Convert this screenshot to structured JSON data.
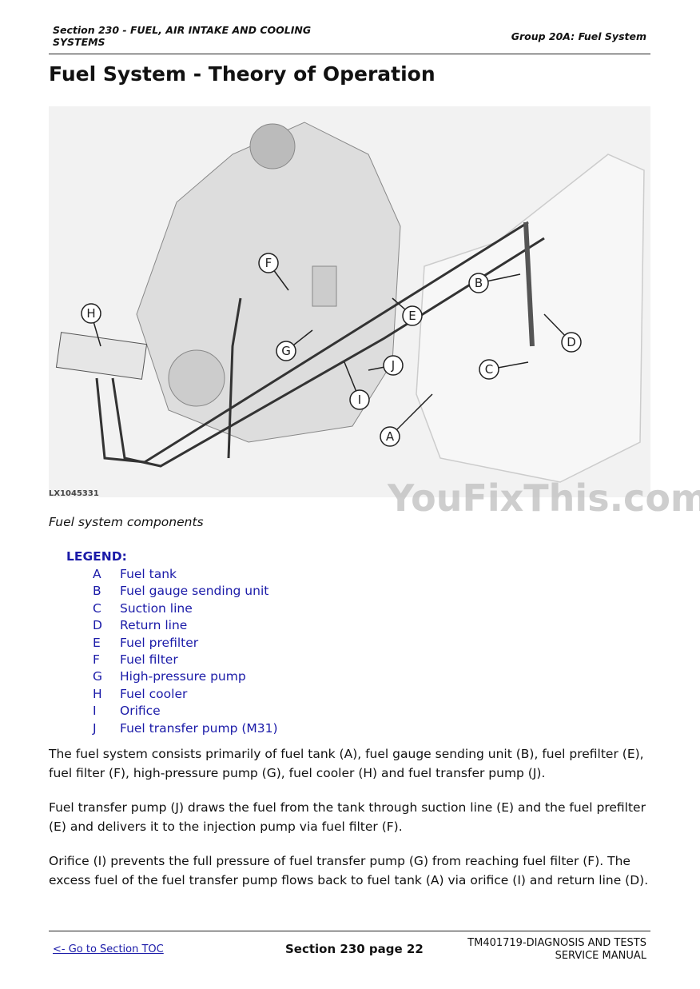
{
  "header": {
    "section": "Section 230 - FUEL, AIR INTAKE AND COOLING SYSTEMS",
    "group": "Group 20A: Fuel System"
  },
  "title": "Fuel System - Theory of Operation",
  "figure": {
    "id": "LX1045331",
    "callouts": [
      "A",
      "B",
      "C",
      "D",
      "E",
      "F",
      "G",
      "H",
      "I",
      "J"
    ],
    "caption": "Fuel system components"
  },
  "watermark": "YouFixThis.com",
  "legend": {
    "title": "LEGEND:",
    "items": [
      {
        "key": "A",
        "label": "Fuel tank"
      },
      {
        "key": "B",
        "label": "Fuel gauge sending unit"
      },
      {
        "key": "C",
        "label": "Suction line"
      },
      {
        "key": "D",
        "label": "Return line"
      },
      {
        "key": "E",
        "label": "Fuel prefilter"
      },
      {
        "key": "F",
        "label": "Fuel filter"
      },
      {
        "key": "G",
        "label": "High-pressure pump"
      },
      {
        "key": "H",
        "label": "Fuel cooler"
      },
      {
        "key": "I",
        "label": "Orifice"
      },
      {
        "key": "J",
        "label": "Fuel transfer pump (M31)"
      }
    ]
  },
  "paragraphs": [
    "The fuel system consists primarily of fuel tank (A), fuel gauge sending unit (B), fuel prefilter (E), fuel filter (F), high-pressure pump (G), fuel cooler (H) and fuel transfer pump (J).",
    "Fuel transfer pump (J) draws the fuel from the tank through suction line (E) and the fuel prefilter (E) and delivers it to the injection pump via fuel filter (F).",
    "Orifice (I) prevents the full pressure of fuel transfer pump (G) from reaching fuel filter (F). The excess fuel of the fuel transfer pump flows back to fuel tank (A) via orifice (I) and return line (D)."
  ],
  "footer": {
    "toc_link": "<- Go to Section TOC",
    "page": "Section 230 page 22",
    "manual_line1": "TM401719-DIAGNOSIS AND TESTS",
    "manual_line2": "SERVICE MANUAL"
  }
}
